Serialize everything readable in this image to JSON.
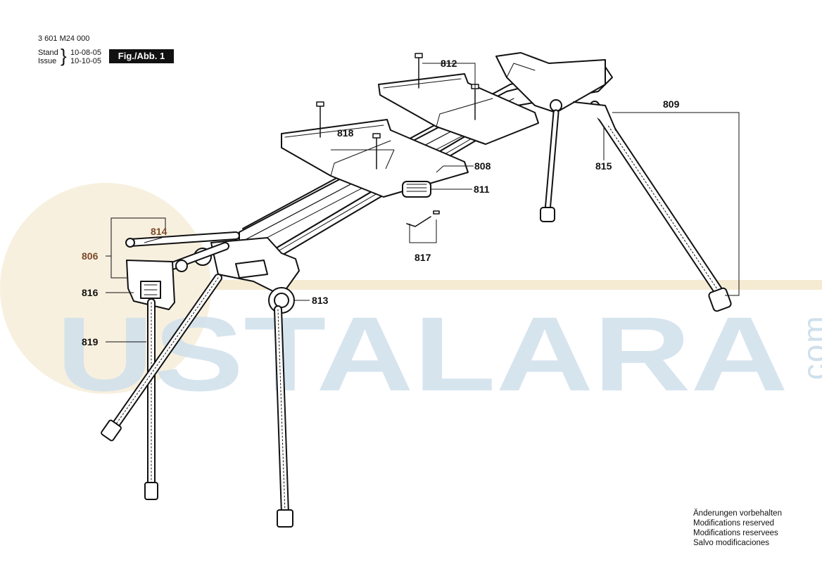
{
  "header": {
    "doc_number": "3 601 M24 000",
    "stand_label": "Stand",
    "stand_date": "10-08-05",
    "issue_label": "Issue",
    "issue_date": "10-10-05",
    "figure_label": "Fig./Abb. 1"
  },
  "callouts": {
    "c806": "806",
    "c808": "808",
    "c809": "809",
    "c811": "811",
    "c812": "812",
    "c813": "813",
    "c814": "814",
    "c815": "815",
    "c816": "816",
    "c817": "817",
    "c818": "818",
    "c819": "819"
  },
  "watermark": {
    "text": "USTALARA",
    "domain": ".com"
  },
  "footer": {
    "line1": "Änderungen vorbehalten",
    "line2": "Modifications reserved",
    "line3": "Modifications reservees",
    "line4": "Salvo modificaciones"
  },
  "colors": {
    "ink": "#111111",
    "watermark_blue": "#cfe0ec",
    "watermark_orange": "#f3e6c8",
    "callout_brown": "#7a4a2a"
  }
}
